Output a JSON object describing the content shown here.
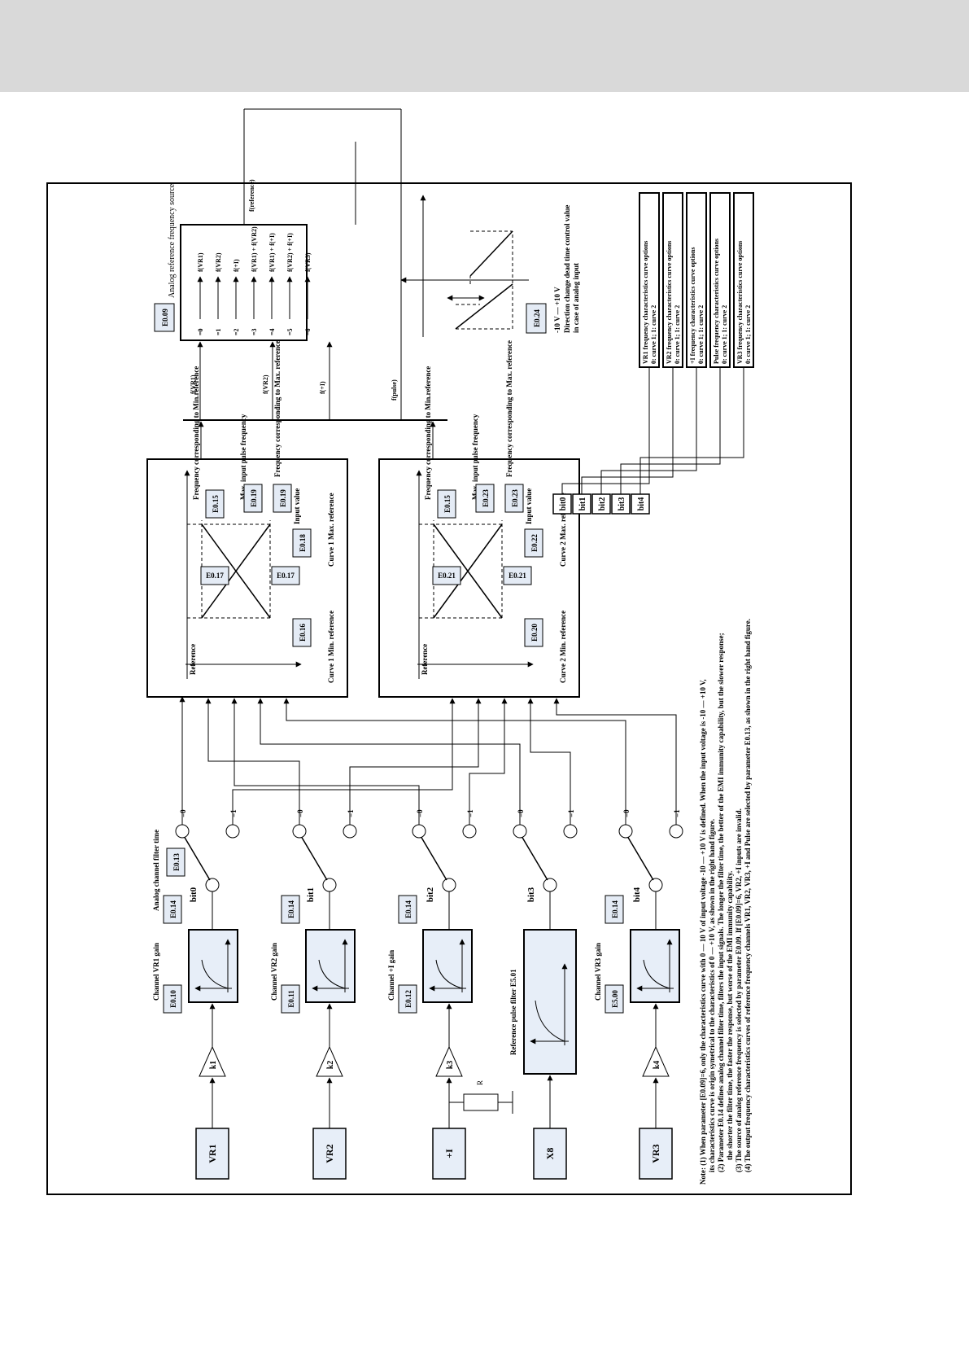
{
  "inputs": {
    "vr1": {
      "label": "VR1",
      "gain_caption": "Channel VR1 gain",
      "gain_param": "E0.10",
      "amp": "k1",
      "filter_param": "E0.14",
      "filter_caption": "Analog channel filter time",
      "bit": "bit0",
      "switch_param": "E0.13",
      "pos0": "=0",
      "pos1": "=1"
    },
    "vr2": {
      "label": "VR2",
      "gain_caption": "Channel VR2 gain",
      "gain_param": "E0.11",
      "amp": "k2",
      "filter_param": "E0.14",
      "bit": "bit1",
      "pos0": "=0",
      "pos1": "=1"
    },
    "i1": {
      "label": "+I",
      "gain_caption": "Channel +I gain",
      "gain_param": "E0.12",
      "amp": "k3",
      "filter_param": "E0.14",
      "bit": "bit2",
      "resistor": "R",
      "pos0": "=0",
      "pos1": "=1"
    },
    "x8": {
      "label": "X8",
      "filter_caption": "Reference pulse filter E5.01",
      "bit": "bit3",
      "pos0": "=0",
      "pos1": "=1"
    },
    "vr3": {
      "label": "VR3",
      "gain_caption": "Channel VR3 gain",
      "gain_param": "E5.00",
      "amp": "k4",
      "filter_param": "E0.14",
      "bit": "bit4",
      "pos0": "=0",
      "pos1": "=1"
    }
  },
  "curve1": {
    "ylabel": "Reference",
    "min_ref_caption": "Frequency corresponding to Min.reference",
    "max_ref_caption": "Frequency corresponding to Max. reference",
    "max_pulse_caption": "Max. input pulse frequency",
    "xlabel": "Input value",
    "p_min_freq": "E0.17",
    "p_min_freq2": "E0.17",
    "p_max_pulse": "E0.15",
    "p_max_freq": "E0.19",
    "p_max_freq2": "E0.19",
    "p_min_ref": "E0.16",
    "p_max_ref": "E0.18",
    "min_label": "Curve 1 Min. reference",
    "max_label": "Curve 1 Max. reference"
  },
  "curve2": {
    "ylabel": "Reference",
    "min_ref_caption": "Frequency corresponding to Min.reference",
    "max_ref_caption": "Frequency corresponding to Max. reference",
    "max_pulse_caption": "Max. input pulse frequency",
    "xlabel": "Input value",
    "p_min_freq": "E0.21",
    "p_min_freq2": "E0.21",
    "p_max_pulse": "E0.15",
    "p_max_freq": "E0.23",
    "p_max_freq2": "E0.23",
    "p_min_ref": "E0.20",
    "p_max_ref": "E0.22",
    "min_label": "Curve 2 Min. reference",
    "max_label": "Curve 2 Max. reference"
  },
  "bus_labels": [
    "f(VR1)",
    "f(VR2)",
    "f(+I)",
    "f(pulse)"
  ],
  "source": {
    "param": "E0.09",
    "caption": "Analog reference frequency source",
    "options": [
      {
        "key": "=0",
        "out": "f(VR1)"
      },
      {
        "key": "=1",
        "out": "f(VR2)"
      },
      {
        "key": "=2",
        "out": "f(+I)"
      },
      {
        "key": "=3",
        "out": "f(VR1) + f(VR2)"
      },
      {
        "key": "=4",
        "out": "f(VR1) + f(+I)"
      },
      {
        "key": "=5",
        "out": "f(VR2) + f(+I)"
      },
      {
        "key": "=6",
        "out": "f(VR3)"
      }
    ],
    "output": "f(reference)"
  },
  "deadtime": {
    "param": "E0.24",
    "range": "-10 V — +10 V",
    "caption1": "Direction change dead time control value",
    "caption2": "in case of analog input"
  },
  "bits": {
    "labels": [
      "bit4",
      "bit3",
      "bit2",
      "bit1",
      "bit0"
    ],
    "options": [
      {
        "title": "VR1 frequency characteristics curve options",
        "sub": "0: curve 1; 1: curve 2"
      },
      {
        "title": "VR2 frequency characteristics curve options",
        "sub": "0: curve 1; 1: curve 2"
      },
      {
        "title": "+I frequency characteristics curve options",
        "sub": "0: curve 1; 1: curve 2"
      },
      {
        "title": "Pulse frequency characteristics curve options",
        "sub": "0: curve 1; 1: curve 2"
      },
      {
        "title": "VR3 frequency characteristics curve options",
        "sub": "0: curve 1; 1: curve 2"
      }
    ]
  },
  "notes": [
    "Note: (1) When parameter [E0.09]=6, only the characteristics curve with 0 — 10 V of input voltage -10 — +10 V is defined. When the input voltage is -10 — +10 V,",
    "its characteristics curve is origin symetrical to the characteristics of 0 — +10 V, as shown in the right hand figure.",
    "(2) Parameter E0.14 defines analog channel filter time, filters the input signals. The longer the filter time, the better of the EMI immunity capability, but the slower response;",
    "the shorter the filter time, the faster the response, but worse of the EMI immunity capability.",
    "(3) The source of analog reference frequency is selected by parameter E0.09. If [E0.09]=6, VR2, +I inputs are invalid.",
    "(4) The output frequency characteristics curves of reference frequency channels VR1, VR2, VR3, +I and Pulse are selected by parameter E0.13, as shown in the right hand figure."
  ],
  "colors": {
    "param_fill": "#e4ebf5",
    "block_fill": "#e7eef8",
    "topbar": "#d9d9d9"
  }
}
